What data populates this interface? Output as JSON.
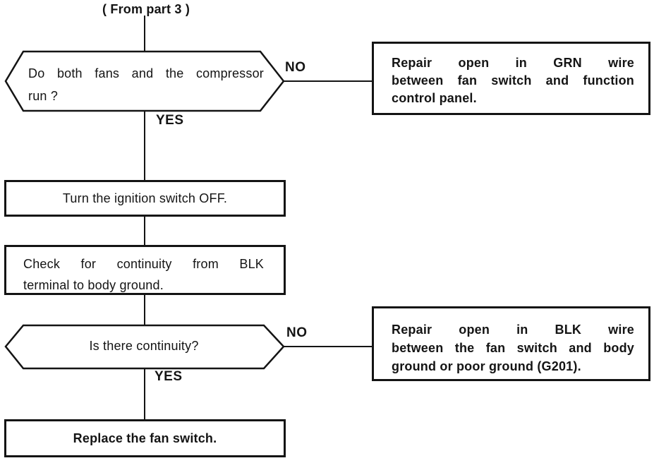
{
  "palette": {
    "ink": "#141414",
    "paper": "#ffffff"
  },
  "flowchart": {
    "source_label": "( From part 3 )",
    "decision_fans": {
      "lines": [
        "Do both fans and the compressor",
        "run ?"
      ],
      "no_label": "NO",
      "yes_label": "YES"
    },
    "repair_grn": {
      "lines": [
        "Repair open in GRN wire",
        "between fan switch and function",
        "control panel."
      ]
    },
    "process_ignition": {
      "label": "Turn the ignition switch OFF."
    },
    "process_continuity": {
      "lines": [
        "Check for continuity from BLK",
        "terminal to body ground."
      ]
    },
    "decision_continuity": {
      "label": "Is there continuity?",
      "no_label": "NO",
      "yes_label": "YES"
    },
    "repair_blk": {
      "lines": [
        "Repair open in BLK wire",
        "between the fan switch and body",
        "ground or poor ground (G201)."
      ]
    },
    "process_replace": {
      "label": "Replace the fan switch."
    }
  }
}
